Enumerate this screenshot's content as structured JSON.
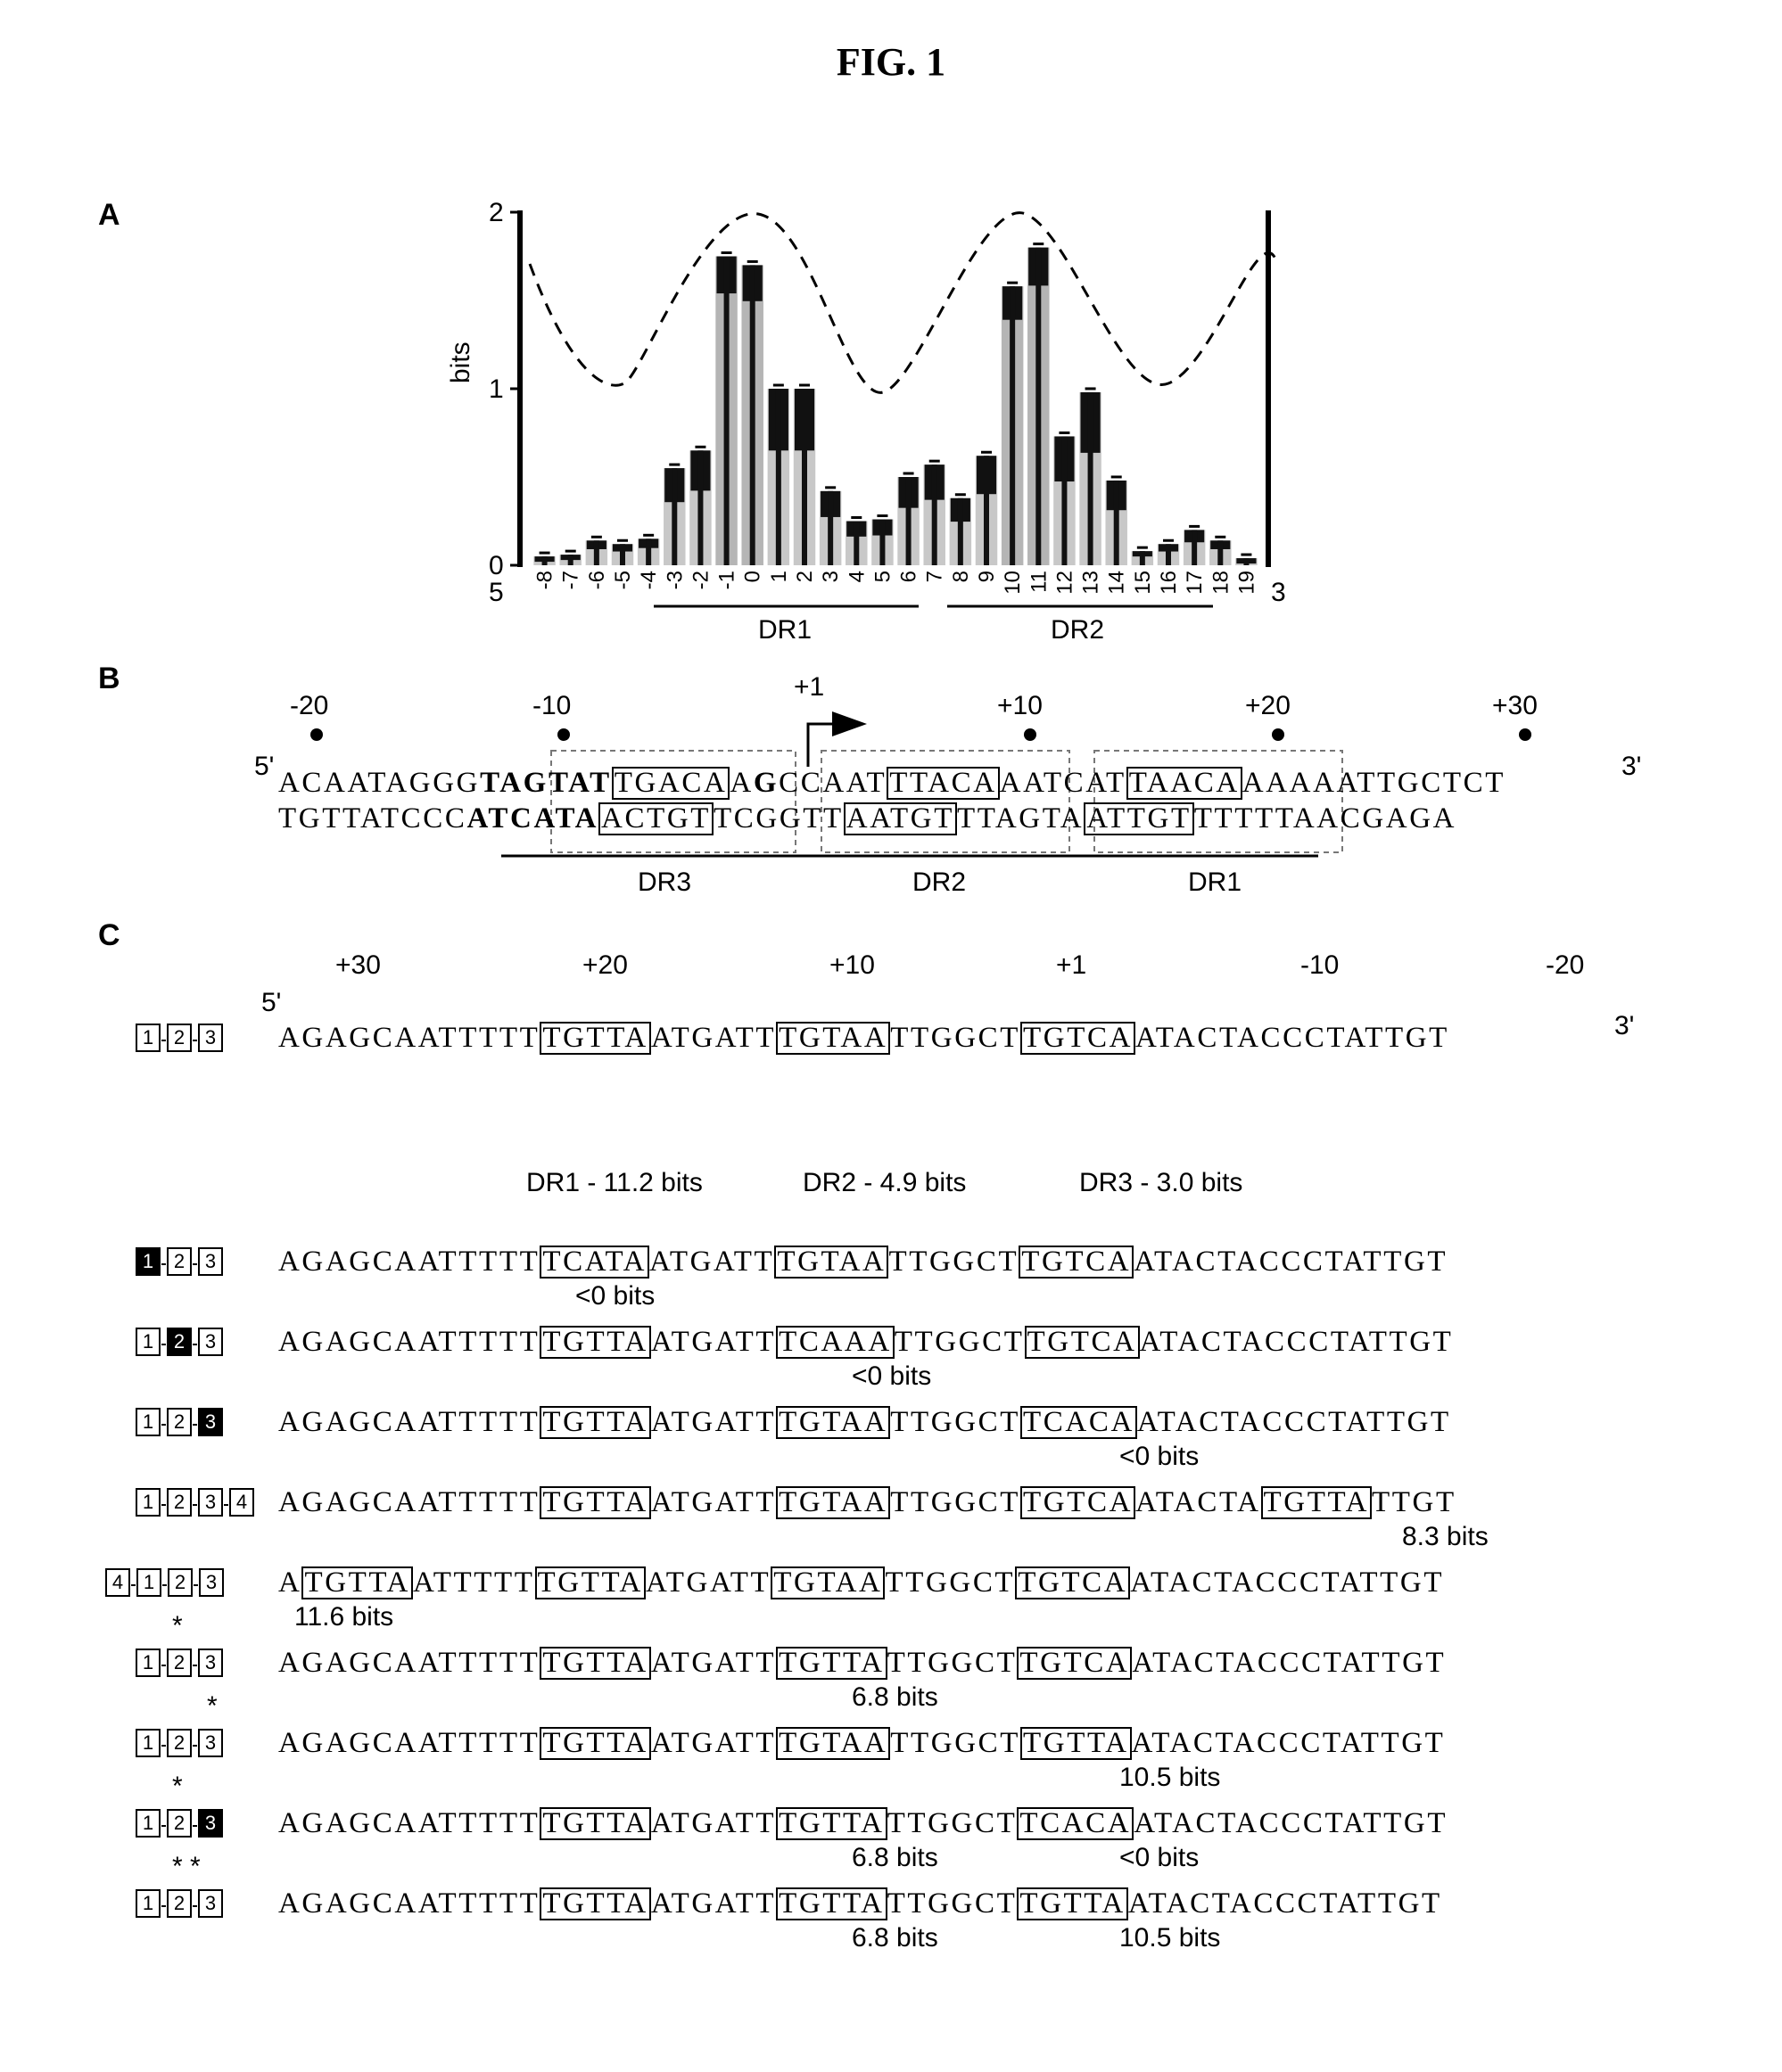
{
  "figure": {
    "title": "FIG. 1"
  },
  "panel_a": {
    "label": "A",
    "ylabel": "bits",
    "yticks": [
      "0",
      "1",
      "2"
    ],
    "end5": "5",
    "end3": "3",
    "positions": [
      "-8",
      "-7",
      "-6",
      "-5",
      "-4",
      "-3",
      "-2",
      "-1",
      "0",
      "1",
      "2",
      "3",
      "4",
      "5",
      "6",
      "7",
      "8",
      "9",
      "10",
      "11",
      "12",
      "13",
      "14",
      "15",
      "16",
      "17",
      "18",
      "19"
    ],
    "heights": [
      0.05,
      0.06,
      0.14,
      0.12,
      0.15,
      0.55,
      0.65,
      1.75,
      1.7,
      1.0,
      1.0,
      0.42,
      0.25,
      0.26,
      0.5,
      0.57,
      0.38,
      0.62,
      1.58,
      1.8,
      0.73,
      0.98,
      0.48,
      0.08,
      0.12,
      0.2,
      0.14,
      0.04
    ],
    "dr1": "DR1",
    "dr2": "DR2"
  },
  "panel_b": {
    "label": "B",
    "ticks": [
      "-20",
      "-10",
      "+10",
      "+20",
      "+30"
    ],
    "tss": "+1",
    "end5": "5'",
    "end3": "3'",
    "top": {
      "a": "ACAATAGGG",
      "bold": "TAGTAT",
      "box1": "TGACA",
      "b": "A",
      "g": "G",
      "c": "CCAAT",
      "box2": "TTACA",
      "d": "AATCAT",
      "box3": "TAACA",
      "e": "AAAAATTGCTCT"
    },
    "bottom": {
      "a": "TGTTATCCC",
      "bold": "ATCATA",
      "box1": "ACTGT",
      "b": "TCGGTT",
      "box2": "AATGT",
      "c": "TTAGTA",
      "box3": "ATTGT",
      "d": "TTTTTAACGAGA"
    },
    "dr_labels": [
      "DR3",
      "DR2",
      "DR1"
    ]
  },
  "panel_c": {
    "label": "C",
    "ticks": [
      "+30",
      "+20",
      "+10",
      "+1",
      "-10",
      "-20"
    ],
    "end5": "5'",
    "end3": "3'",
    "dr_scores": [
      "DR1 - 11.2 bits",
      "DR2 - 4.9 bits",
      "DR3 - 3.0 bits"
    ],
    "rows": [
      {
        "key": [
          "1",
          "2",
          "3"
        ],
        "x": [
          false,
          false,
          false
        ],
        "stars": "",
        "s1": "AGAGCAATTTTT",
        "b1": "TGTTA",
        "s2": "ATGATT",
        "b2": "TGTAA",
        "s3": "TTGGCT",
        "b3": "TGTCA",
        "s4": "ATACTACCCTATTGT",
        "note": "",
        "note_pos": ""
      },
      {
        "key": [
          "1",
          "2",
          "3"
        ],
        "x": [
          true,
          false,
          false
        ],
        "stars": "",
        "s1": "AGAGCAATTTTT",
        "b1": "TCATA",
        "s2": "ATGATT",
        "b2": "TGTAA",
        "s3": "TTGGCT",
        "b3": "TGTCA",
        "s4": "ATACTACCCTATTGT",
        "note": "<0 bits",
        "note_pos": "b1"
      },
      {
        "key": [
          "1",
          "2",
          "3"
        ],
        "x": [
          false,
          true,
          false
        ],
        "stars": "",
        "s1": "AGAGCAATTTTT",
        "b1": "TGTTA",
        "s2": "ATGATT",
        "b2": "TCAAA",
        "s3": "TTGGCT",
        "b3": "TGTCA",
        "s4": "ATACTACCCTATTGT",
        "note": "<0 bits",
        "note_pos": "b2"
      },
      {
        "key": [
          "1",
          "2",
          "3"
        ],
        "x": [
          false,
          false,
          true
        ],
        "stars": "",
        "s1": "AGAGCAATTTTT",
        "b1": "TGTTA",
        "s2": "ATGATT",
        "b2": "TGTAA",
        "s3": "TTGGCT",
        "b3": "TCACA",
        "s4": "ATACTACCCTATTGT",
        "note": "<0 bits",
        "note_pos": "b3"
      },
      {
        "key": [
          "1",
          "2",
          "3",
          "4"
        ],
        "x": [
          false,
          false,
          false,
          false
        ],
        "stars": "",
        "s1": "AGAGCAATTTTT",
        "b1": "TGTTA",
        "s2": "ATGATT",
        "b2": "TGTAA",
        "s3": "TTGGCT",
        "b3": "TGTCA",
        "s4": "ATACTA",
        "b4": "TGTTA",
        "s5": "TTGT",
        "note": "8.3 bits",
        "note_pos": "b4"
      },
      {
        "key": [
          "4",
          "1",
          "2",
          "3"
        ],
        "x": [
          false,
          false,
          false,
          false
        ],
        "stars": "",
        "s0": "A",
        "b0": "TGTTA",
        "s1": "ATTTTT",
        "b1": "TGTTA",
        "s2": "ATGATT",
        "b2": "TGTAA",
        "s3": "TTGGCT",
        "b3": "TGTCA",
        "s4": "ATACTACCCTATTGT",
        "note": "11.6 bits",
        "note_pos": "b0"
      },
      {
        "key": [
          "1",
          "2",
          "3"
        ],
        "x": [
          false,
          false,
          false
        ],
        "stars": "*",
        "s1": "AGAGCAATTTTT",
        "b1": "TGTTA",
        "s2": "ATGATT",
        "b2": "TGTTA",
        "s3": "TTGGCT",
        "b3": "TGTCA",
        "s4": "ATACTACCCTATTGT",
        "note": "6.8 bits",
        "note_pos": "b2"
      },
      {
        "key": [
          "1",
          "2",
          "3"
        ],
        "x": [
          false,
          false,
          false
        ],
        "stars": "*",
        "s1": "AGAGCAATTTTT",
        "b1": "TGTTA",
        "s2": "ATGATT",
        "b2": "TGTAA",
        "s3": "TTGGCT",
        "b3": "TGTTA",
        "s4": "ATACTACCCTATTGT",
        "note": "10.5 bits",
        "note_pos": "b3"
      },
      {
        "key": [
          "1",
          "2",
          "3"
        ],
        "x": [
          false,
          false,
          true
        ],
        "stars": "*",
        "s1": "AGAGCAATTTTT",
        "b1": "TGTTA",
        "s2": "ATGATT",
        "b2": "TGTTA",
        "s3": "TTGGCT",
        "b3": "TCACA",
        "s4": "ATACTACCCTATTGT",
        "note": "6.8 bits",
        "note2": "<0 bits"
      },
      {
        "key": [
          "1",
          "2",
          "3"
        ],
        "x": [
          false,
          false,
          false
        ],
        "stars": "* *",
        "s1": "AGAGCAATTTTT",
        "b1": "TGTTA",
        "s2": "ATGATT",
        "b2": "TGTTA",
        "s3": "TTGGCT",
        "b3": "TGTTA",
        "s4": "ATACTACCCTATTGT",
        "note": "6.8 bits",
        "note2": "10.5 bits"
      }
    ]
  }
}
